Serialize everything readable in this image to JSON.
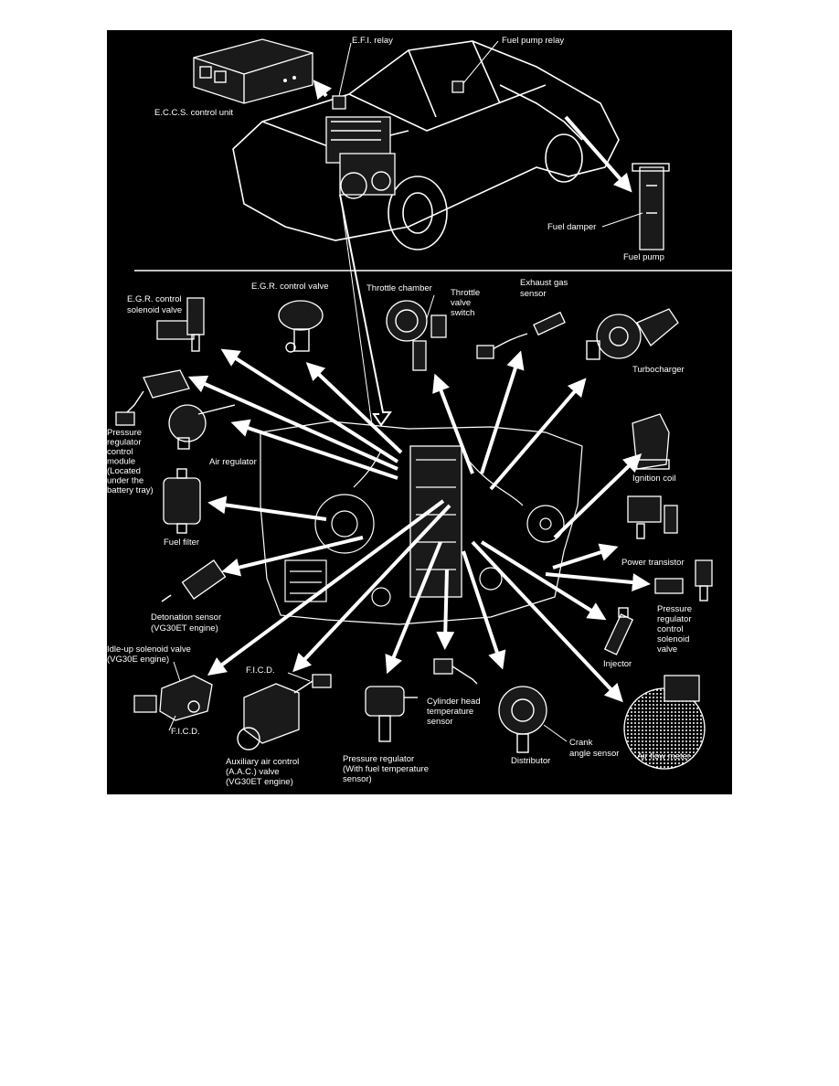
{
  "colors": {
    "background": "#000000",
    "ink": "#ffffff",
    "page": "#ffffff"
  },
  "labels": {
    "efi_relay": "E.F.I. relay",
    "fuel_pump_relay": "Fuel pump relay",
    "eccs_control_unit": "E.C.C.S. control unit",
    "fuel_damper": "Fuel damper",
    "fuel_pump": "Fuel pump",
    "egr_solenoid": [
      "E.G.R. control",
      "solenoid valve"
    ],
    "egr_control_valve": "E.G.R. control valve",
    "throttle_chamber": "Throttle chamber",
    "throttle_switch": [
      "Throttle",
      "valve",
      "switch"
    ],
    "exhaust_gas_sensor": [
      "Exhaust gas",
      "sensor"
    ],
    "turbocharger": "Turbocharger",
    "pressure_module": [
      "Pressure",
      "regulator",
      "control",
      "module",
      "(Located",
      "under the",
      "battery tray)"
    ],
    "air_regulator": "Air regulator",
    "ignition_coil": "Ignition coil",
    "fuel_filter": "Fuel filter",
    "power_transistor": "Power transistor",
    "pressure_solenoid": [
      "Pressure",
      "regulator",
      "control",
      "solenoid",
      "valve"
    ],
    "detonation_sensor": [
      "Detonation sensor",
      "(VG30ET engine)"
    ],
    "injector": "Injector",
    "idle_up_valve": [
      "Idle-up solenoid valve",
      "(VG30E engine)"
    ],
    "ficd_top": "F.I.C.D.",
    "ficd_bottom": "F.I.C.D.",
    "cyl_head_sensor": [
      "Cylinder head",
      "temperature",
      "sensor"
    ],
    "crank_angle_sensor": [
      "Crank",
      "angle sensor"
    ],
    "distributor": "Distributor",
    "air_flow_meter": "Air flow meter",
    "aac_valve": [
      "Auxiliary air control",
      "(A.A.C.) valve",
      "(VG30ET engine)"
    ],
    "pressure_regulator": [
      "Pressure regulator",
      "(With fuel temperature",
      "sensor)"
    ]
  }
}
